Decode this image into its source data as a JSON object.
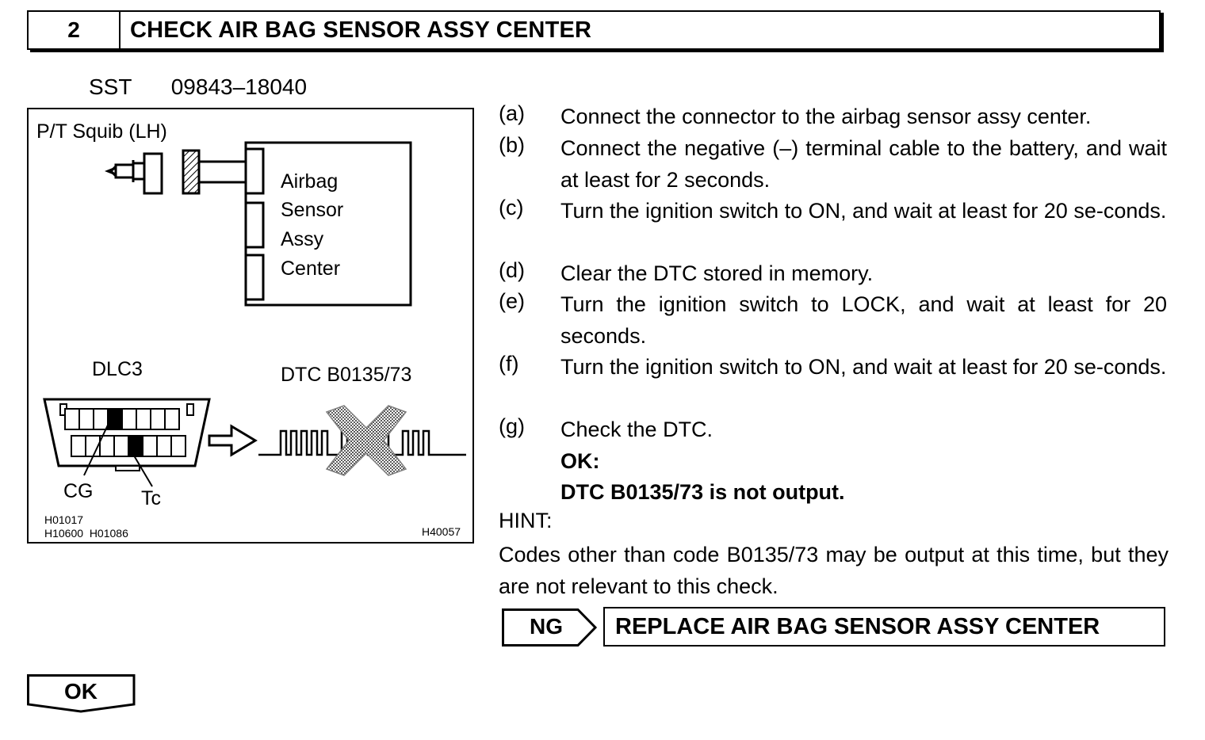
{
  "header": {
    "step_number": "2",
    "title": "CHECK AIR BAG SENSOR ASSY CENTER"
  },
  "sst": {
    "label": "SST",
    "code": "09843–18040"
  },
  "figure": {
    "squib_label": "P/T Squib (LH)",
    "sensor_line1": "Airbag",
    "sensor_line2": "Sensor",
    "sensor_line3": "Assy",
    "sensor_line4": "Center",
    "dlc_label": "DLC3",
    "dtc_label": "DTC B0135/73",
    "cg_label": "CG",
    "tc_label": "Tc",
    "ref_codes_line1": "H01017",
    "ref_codes_line2": "H10600  H01086",
    "figure_id": "H40057"
  },
  "steps": [
    {
      "letter": "(a)",
      "text": "Connect the connector to the airbag sensor assy center."
    },
    {
      "letter": "(b)",
      "text": "Connect the negative (–) terminal cable to the battery, and wait at least for 2 seconds."
    },
    {
      "letter": "(c)",
      "text": "Turn the ignition switch to ON, and wait at least for 20 se-conds."
    },
    {
      "letter": "(d)",
      "text": "Clear the DTC stored in memory."
    },
    {
      "letter": "(e)",
      "text": "Turn the ignition switch to LOCK, and wait at least for 20 seconds."
    },
    {
      "letter": "(f)",
      "text": "Turn the ignition switch to ON, and wait at least for 20 se-conds."
    },
    {
      "letter": "(g)",
      "text": "Check the DTC."
    }
  ],
  "result": {
    "ok_label": "OK:",
    "ok_text": "DTC B0135/73 is not output."
  },
  "hint": {
    "title": "HINT:",
    "text": "Codes other than code B0135/73 may be output at this time, but they are not relevant to this check."
  },
  "ng": {
    "label": "NG",
    "action": "REPLACE AIR BAG SENSOR ASSY CENTER"
  },
  "ok_button": {
    "label": "OK"
  }
}
